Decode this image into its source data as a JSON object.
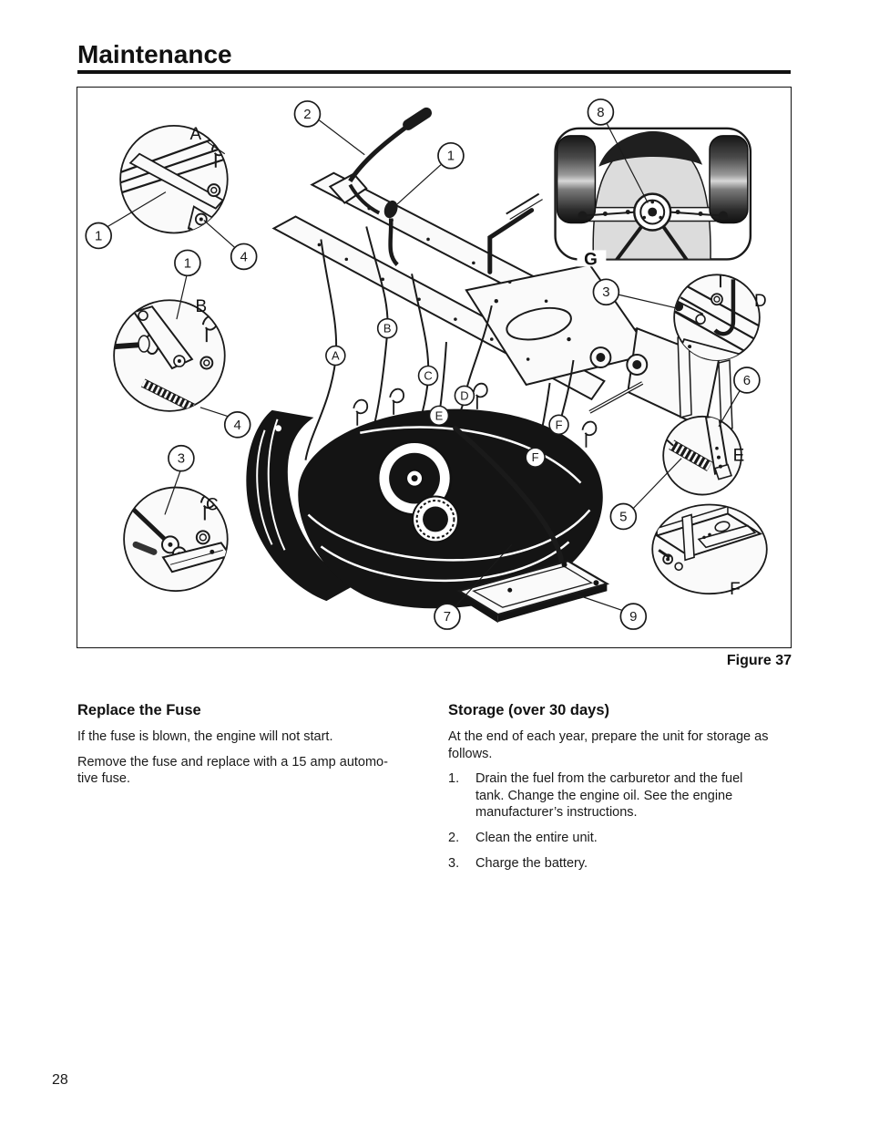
{
  "page_title": "Maintenance",
  "page_number": "28",
  "figure": {
    "caption": "Figure 37",
    "callouts": [
      "2",
      "1",
      "8",
      "1",
      "4",
      "1",
      "4",
      "3",
      "3",
      "6",
      "5",
      "7",
      "9"
    ],
    "detail_labels": [
      "A",
      "B",
      "C",
      "D",
      "E",
      "F",
      "G"
    ],
    "part_markers": [
      "B",
      "A",
      "C",
      "D",
      "E",
      "F",
      "F"
    ]
  },
  "sections": [
    {
      "heading": "Replace the Fuse",
      "paragraphs": [
        {
          "lines": [
            "If the fuse is blown, the engine will not start."
          ]
        },
        {
          "lines": [
            "Remove the fuse and replace with a 15 amp automo-",
            "tive fuse."
          ]
        }
      ]
    },
    {
      "heading": "Storage (over 30 days)",
      "intro": {
        "lines": [
          "At the end of each year, prepare the unit for storage as",
          "follows."
        ]
      },
      "list": [
        {
          "number": "1.",
          "lines": [
            "Drain the fuel from the carburetor and the fuel",
            "tank. Change the engine oil. See the engine",
            "manufacturer’s instructions."
          ]
        },
        {
          "number": "2.",
          "lines": [
            "Clean the entire unit."
          ]
        },
        {
          "number": "3.",
          "lines": [
            "Charge the battery."
          ]
        }
      ]
    }
  ]
}
